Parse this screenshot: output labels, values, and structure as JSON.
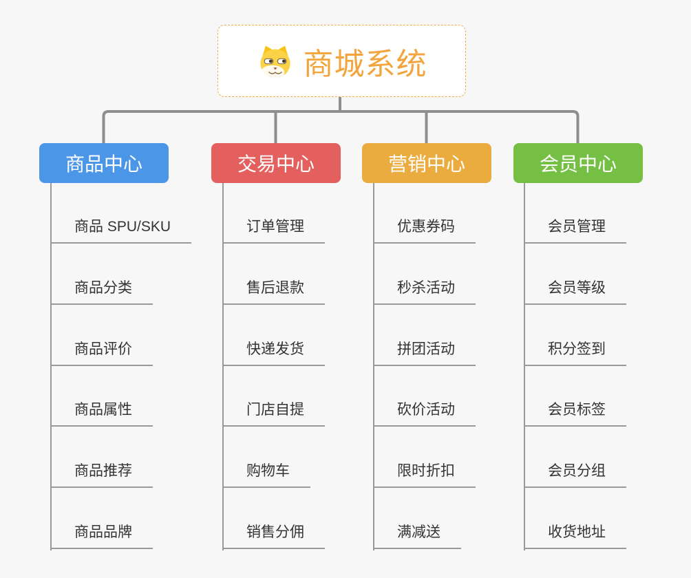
{
  "root": {
    "title": "商城系统",
    "icon": "dog-face-icon",
    "accent_color": "#f2a53c",
    "border_color": "#f0ad4e",
    "background": "#ffffff"
  },
  "branches": [
    {
      "label": "商品中心",
      "color": "#4c96e8",
      "items": [
        "商品 SPU/SKU",
        "商品分类",
        "商品评价",
        "商品属性",
        "商品推荐",
        "商品品牌"
      ]
    },
    {
      "label": "交易中心",
      "color": "#e4605e",
      "items": [
        "订单管理",
        "售后退款",
        "快递发货",
        "门店自提",
        "购物车",
        "销售分佣"
      ]
    },
    {
      "label": "营销中心",
      "color": "#ebac3f",
      "items": [
        "优惠券码",
        "秒杀活动",
        "拼团活动",
        "砍价活动",
        "限时折扣",
        "满减送"
      ]
    },
    {
      "label": "会员中心",
      "color": "#75c044",
      "items": [
        "会员管理",
        "会员等级",
        "积分签到",
        "会员标签",
        "会员分组",
        "收货地址"
      ]
    }
  ],
  "colors": {
    "canvas_background": "#f7f7f7",
    "connector_line": "#8e8e8e",
    "leaf_line": "#999999",
    "leaf_text": "#333333",
    "branch_text": "#ffffff"
  }
}
